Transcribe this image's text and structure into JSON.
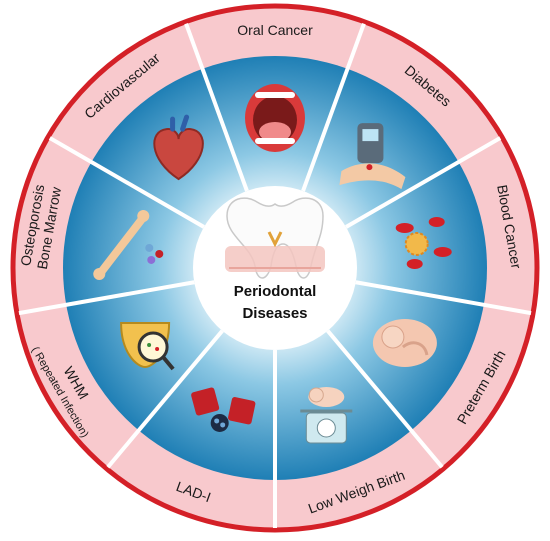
{
  "center": {
    "line1": "Periodontal",
    "line2": "Diseases"
  },
  "segments": [
    {
      "id": "oral-cancer",
      "lines": [
        "Oral Cancer"
      ],
      "icon": "open-mouth-icon"
    },
    {
      "id": "diabetes",
      "lines": [
        "Diabetes"
      ],
      "icon": "glucose-meter-icon"
    },
    {
      "id": "blood-cancer",
      "lines": [
        "Blood Cancer"
      ],
      "icon": "blood-cells-icon"
    },
    {
      "id": "preterm-birth",
      "lines": [
        "Preterm Birth"
      ],
      "icon": "fetus-icon"
    },
    {
      "id": "low-weigh-birth",
      "lines": [
        "Low Weigh Birth"
      ],
      "icon": "baby-scale-icon"
    },
    {
      "id": "lad-i",
      "lines": [
        "LAD-I"
      ],
      "icon": "leukocyte-adhesion-icon"
    },
    {
      "id": "whm",
      "lines": [
        "WHM",
        "( Repeated Infection)"
      ],
      "icon": "bladder-magnifier-icon"
    },
    {
      "id": "osteoporosis",
      "lines": [
        "Osteoporosis",
        "Bone Marrow"
      ],
      "icon": "bone-icon"
    },
    {
      "id": "cardiovascular",
      "lines": [
        "Cardiovascular"
      ],
      "icon": "heart-icon"
    }
  ],
  "colors": {
    "outer_ring": "#f8c9cd",
    "ring_border": "#d42027",
    "inner_blue": "#2f93c6",
    "inner_light": "#cfe9f5",
    "divider": "#ffffff",
    "label_text": "#1a1a1a"
  }
}
